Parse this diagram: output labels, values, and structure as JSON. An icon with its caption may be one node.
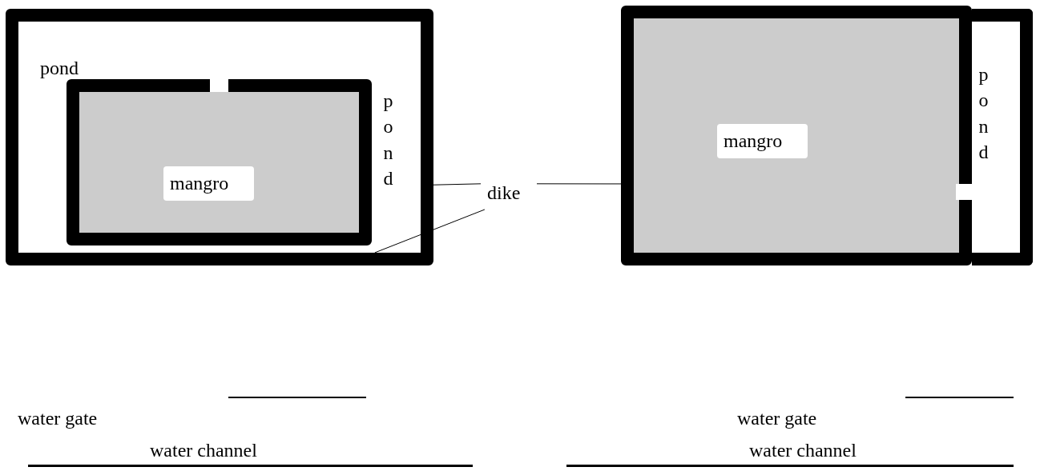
{
  "diagram": {
    "nodes": [
      {
        "text": [
          "pond",
          "pond"
        ]
      },
      {
        "text": [
          "mangro"
        ],
        "in": 0
      },
      {
        "text": [
          "dike"
        ]
      },
      {
        "text": [
          "mangro"
        ]
      },
      {
        "text": [
          "pond"
        ]
      }
    ],
    "edges": [
      {
        "from": 2,
        "to": 0,
        "arrow": "none"
      },
      {
        "from": 2,
        "to": 0,
        "arrow": "none"
      },
      {
        "from": 2,
        "to": 3,
        "arrow": "none"
      }
    ],
    "legend": [
      {
        "text": "water gate"
      },
      {
        "text": "water channel"
      },
      {
        "text": "water gate"
      },
      {
        "text": "water channel"
      }
    ]
  }
}
